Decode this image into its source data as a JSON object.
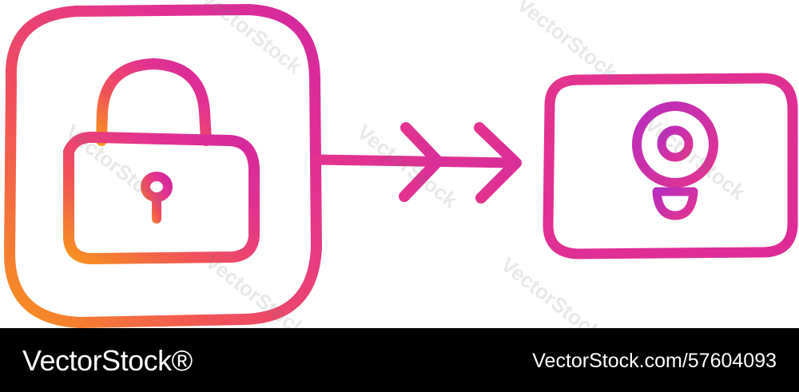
{
  "artwork": {
    "lock_icon": "lock-icon",
    "arrow_icon": "double-chevron-arrow-icon",
    "lightbulb_icon": "lightbulb-icon",
    "gradient_colors": {
      "orange": "#f7931e",
      "coral": "#f0505a",
      "pink": "#e3338f",
      "magenta": "#d4289f",
      "purple": "#b82ec0"
    }
  },
  "watermark": {
    "text": "VectorStock"
  },
  "footer": {
    "brand": "VectorStock®",
    "image_id": "VectorStock.com/57604093",
    "background_color": "#000000",
    "text_color": "#ffffff"
  }
}
